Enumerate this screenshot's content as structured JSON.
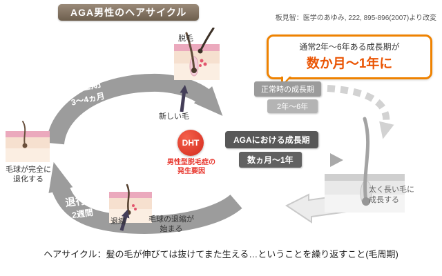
{
  "header": {
    "title": "AGA男性のヘアサイクル",
    "citation": "板見智：医学のあゆみ, 222, 895-896(2007)より改変"
  },
  "callout": {
    "line1": "通常2年〜6年ある成長期が",
    "line2": "数か月〜1年に"
  },
  "cycle": {
    "rest_phase": "休止期",
    "rest_duration": "3〜4ヵ月",
    "regression_phase": "退行期",
    "regression_duration": "2週間",
    "shedding": "脱毛",
    "new_hair": "新しい毛",
    "bulb_degenerates": "毛球が完全に\n退化する",
    "shrink": "退縮",
    "shrink_starts": "毛球の退縮が\n始まる",
    "dht": "DHT",
    "dht_caption": "男性型脱毛症の\n発生要因"
  },
  "growth": {
    "normal_label": "正常時の成長期",
    "normal_duration": "2年〜6年",
    "aga_label": "AGAにおける成長期",
    "aga_duration": "数ヵ月〜1年",
    "thick_hair": "太く長い毛に\n成長する"
  },
  "footer": {
    "caption": "ヘアサイクル：髪の毛が伸びては抜けてまた生える…ということを繰り返すこと(毛周期)"
  },
  "colors": {
    "accent_orange": "#ef8200",
    "highlight_red": "#e8382f",
    "badge_dark": "#575757",
    "badge_gray": "#9b9b9b",
    "arrow_gray": "#9c9c9c",
    "title_brown": "#6e5f4e"
  }
}
